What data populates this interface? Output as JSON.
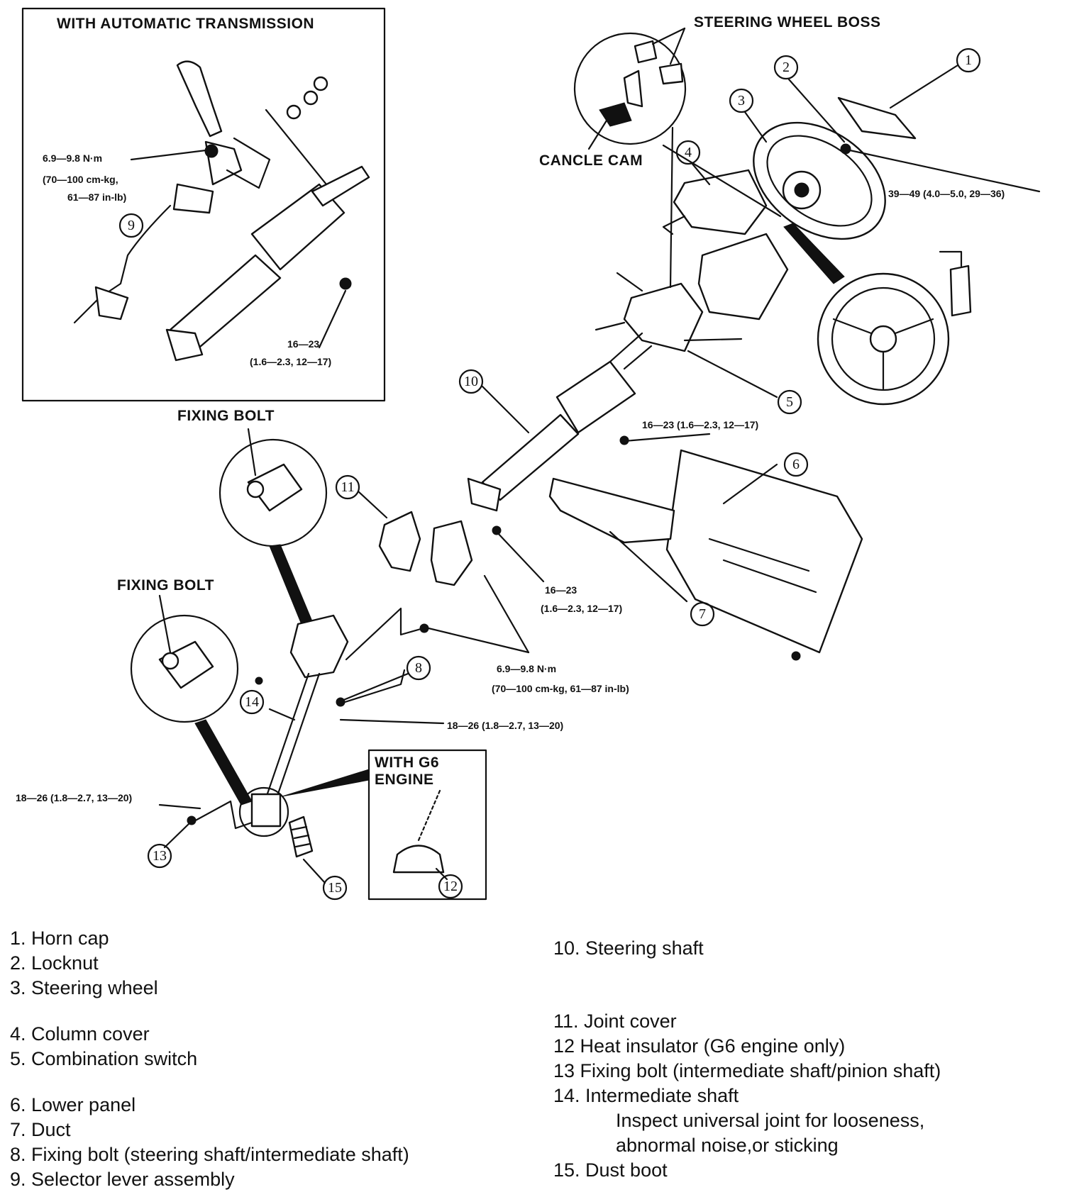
{
  "labels": {
    "auto_trans": "WITH AUTOMATIC TRANSMISSION",
    "wheel_boss": "STEERING WHEEL BOSS",
    "cancle_cam": "CANCLE CAM",
    "fixing_bolt_1": "FIXING BOLT",
    "fixing_bolt_2": "FIXING BOLT",
    "g6_engine_1": "WITH G6",
    "g6_engine_2": "ENGINE"
  },
  "torque": {
    "t1a": "6.9—9.8 N·m",
    "t1b": "(70—100 cm-kg,",
    "t1c": "61—87 in-lb)",
    "t2a": "16—23",
    "t2b": "(1.6—2.3, 12—17)",
    "t3": "39—49 (4.0—5.0, 29—36)",
    "t4": "16—23 (1.6—2.3, 12—17)",
    "t5a": "16—23",
    "t5b": "(1.6—2.3, 12—17)",
    "t6a": "6.9—9.8 N·m",
    "t6b": "(70—100 cm-kg, 61—87 in-lb)",
    "t7": "18—26 (1.8—2.7, 13—20)",
    "t8": "18—26 (1.8—2.7, 13—20)"
  },
  "callouts": {
    "n1": "1",
    "n2": "2",
    "n3": "3",
    "n4": "4",
    "n5": "5",
    "n6": "6",
    "n7": "7",
    "n8": "8",
    "n9": "9",
    "n10": "10",
    "n11": "11",
    "n12": "12",
    "n13": "13",
    "n14": "14",
    "n15": "15"
  },
  "legend_left": [
    "1. Horn cap",
    "2. Locknut",
    "3. Steering wheel",
    "4. Column cover",
    "5. Combination switch",
    "6. Lower panel",
    "7. Duct",
    "8. Fixing bolt (steering shaft/intermediate shaft)",
    "9. Selector lever assembly"
  ],
  "legend_right": [
    "10. Steering shaft",
    "11. Joint cover",
    "12  Heat insulator (G6 engine only)",
    "13  Fixing bolt (intermediate shaft/pinion shaft)",
    "14. Intermediate shaft",
    "Inspect universal joint for looseness,",
    "abnormal noise,or sticking",
    "15. Dust boot"
  ]
}
